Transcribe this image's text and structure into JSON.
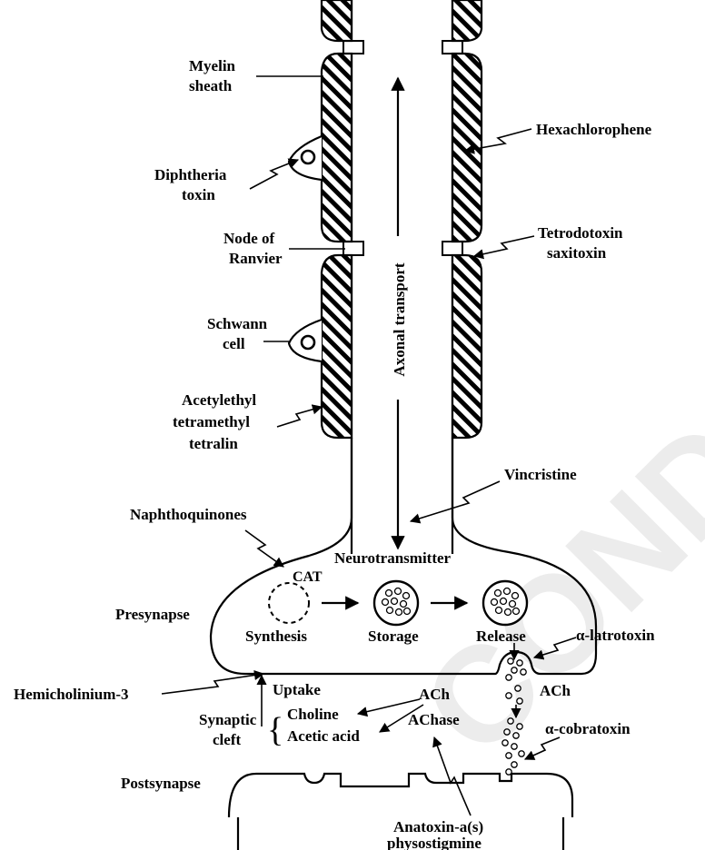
{
  "labels": {
    "myelin_sheath": [
      "Myelin",
      "sheath"
    ],
    "hexachlorophene": "Hexachlorophene",
    "diphtheria_toxin": [
      "Diphtheria",
      "toxin"
    ],
    "node_of_ranvier": [
      "Node of",
      "Ranvier"
    ],
    "tetrodotoxin": [
      "Tetrodotoxin",
      "saxitoxin"
    ],
    "schwann_cell": [
      "Schwann",
      "cell"
    ],
    "axonal_transport": "Axonal transport",
    "acetylethyl": [
      "Acetylethyl",
      "tetramethyl",
      "tetralin"
    ],
    "vincristine": "Vincristine",
    "naphthoquinones": "Naphthoquinones",
    "neurotransmitter": "Neurotransmitter",
    "cat": "CAT",
    "presynapse": "Presynapse",
    "synthesis": "Synthesis",
    "storage": "Storage",
    "release": "Release",
    "latrotoxin": "α-latrotoxin",
    "hemicholinium": "Hemicholinium-3",
    "uptake": "Uptake",
    "ach_top": "ACh",
    "ach_release": "ACh",
    "choline": "Choline",
    "synaptic_cleft": [
      "Synaptic",
      "cleft"
    ],
    "acetic_acid": "Acetic acid",
    "achase": "AChase",
    "cobratoxin": "α-cobratoxin",
    "postsynapse": "Postsynapse",
    "anatoxin": [
      "Anatoxin-a(s)",
      "physostigmine"
    ]
  },
  "watermark": "CONDS PROO"
}
